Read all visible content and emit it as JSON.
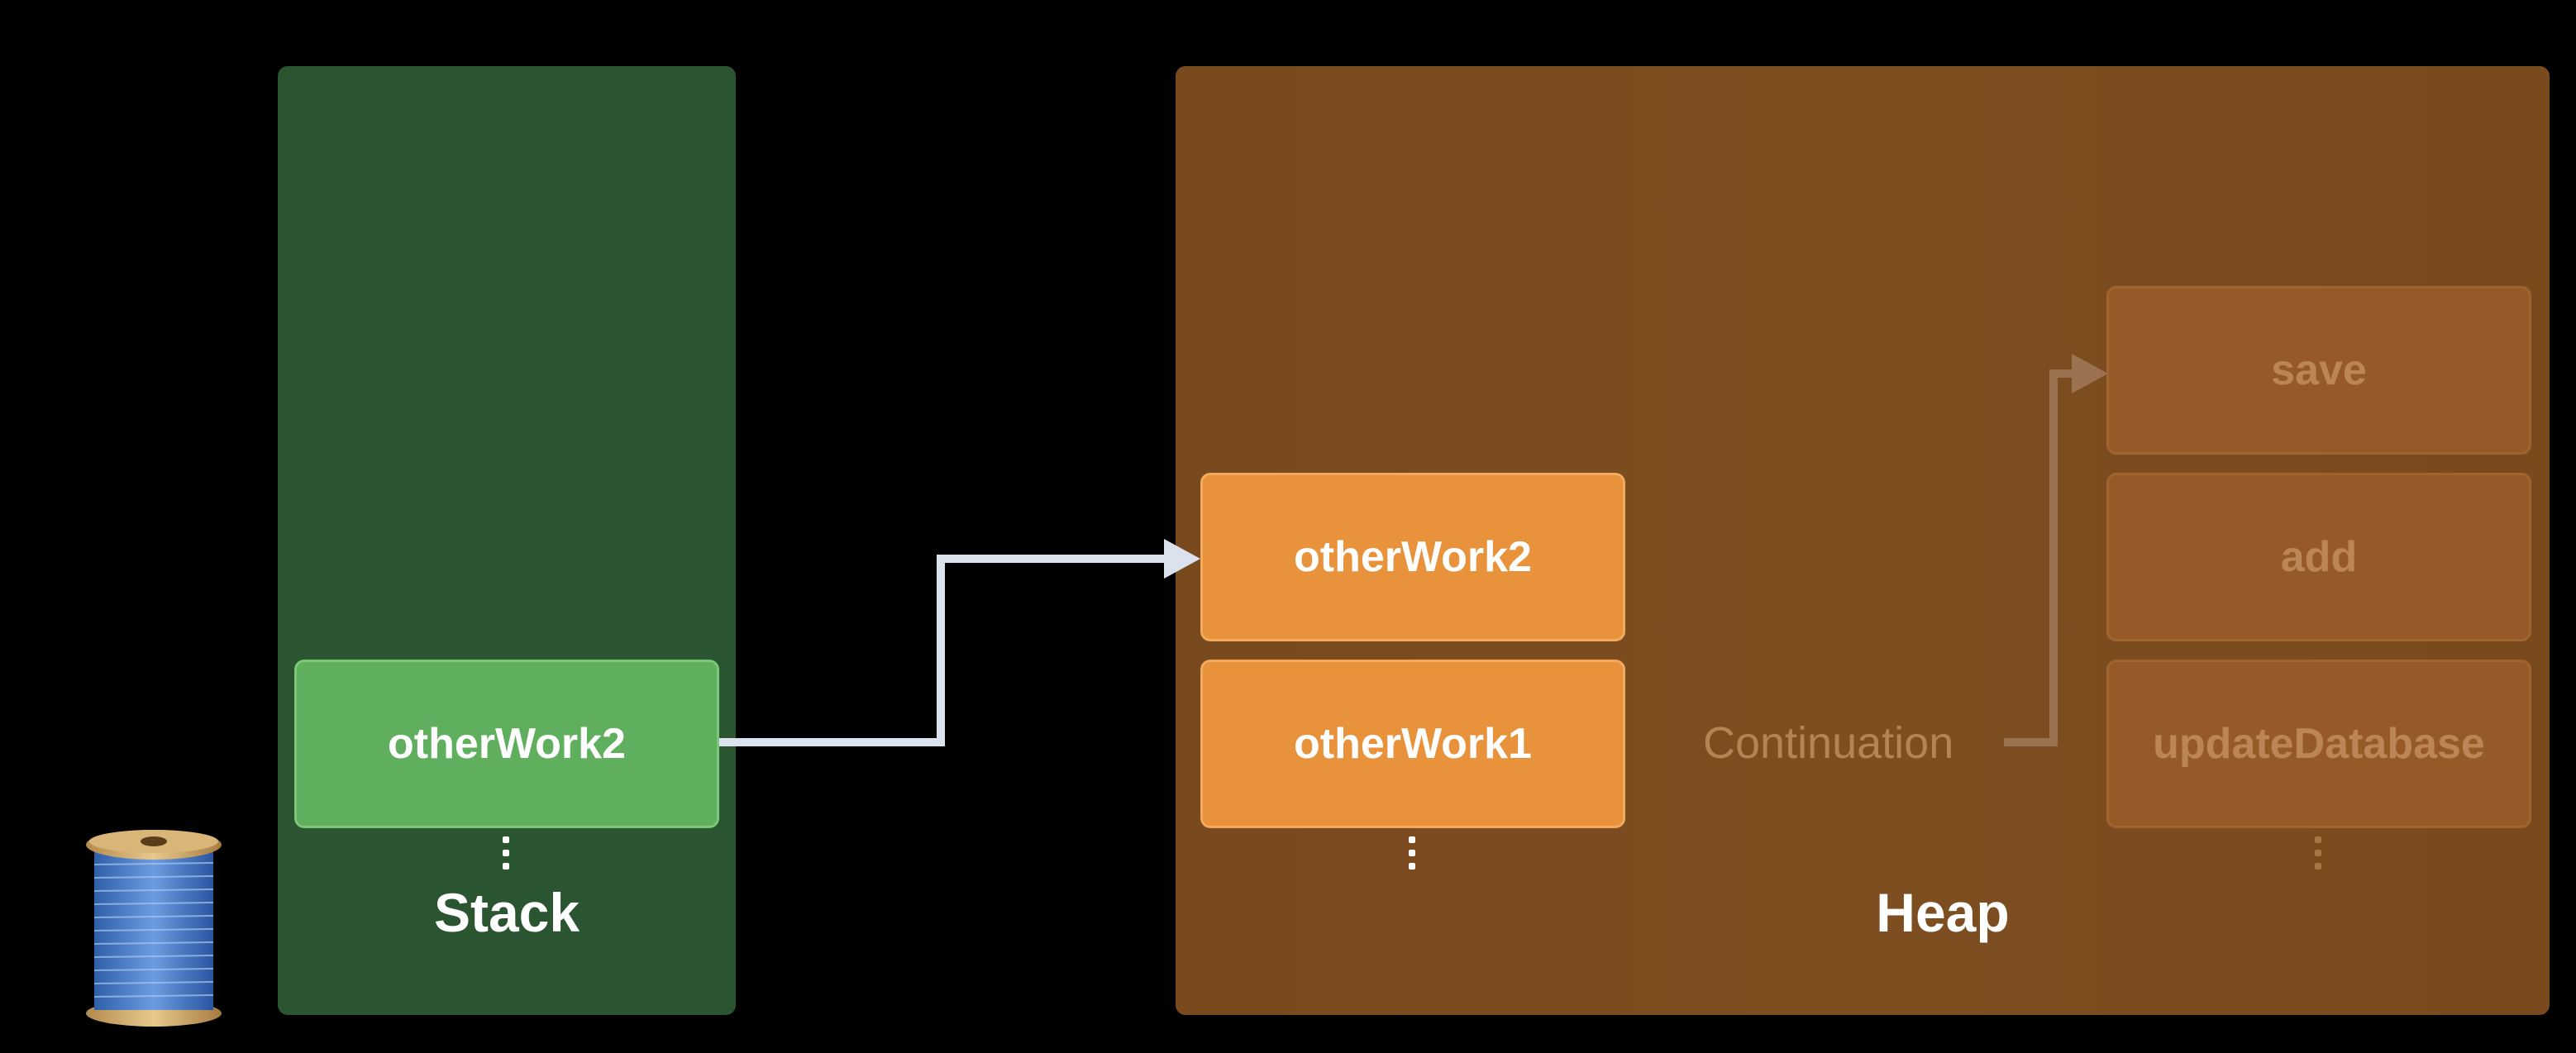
{
  "stack": {
    "label": "Stack",
    "frames": [
      {
        "name": "otherWork2"
      }
    ]
  },
  "heap": {
    "label": "Heap",
    "active_frames": [
      {
        "name": "otherWork2"
      },
      {
        "name": "otherWork1"
      }
    ],
    "continuation_label": "Continuation",
    "continuation_frames": [
      {
        "name": "save"
      },
      {
        "name": "add"
      },
      {
        "name": "updateDatabase"
      }
    ]
  },
  "colors": {
    "background": "#000000",
    "stack_panel": "#2b5430",
    "heap_panel": "#7a4c1f",
    "stack_frame": "#5faf5e",
    "heap_frame": "#e8923c",
    "faded_frame": "#955a28",
    "arrow_active": "#dbe2ee",
    "arrow_faded": "#9c7350"
  },
  "icons": {
    "thread": "thread-spool-icon"
  }
}
